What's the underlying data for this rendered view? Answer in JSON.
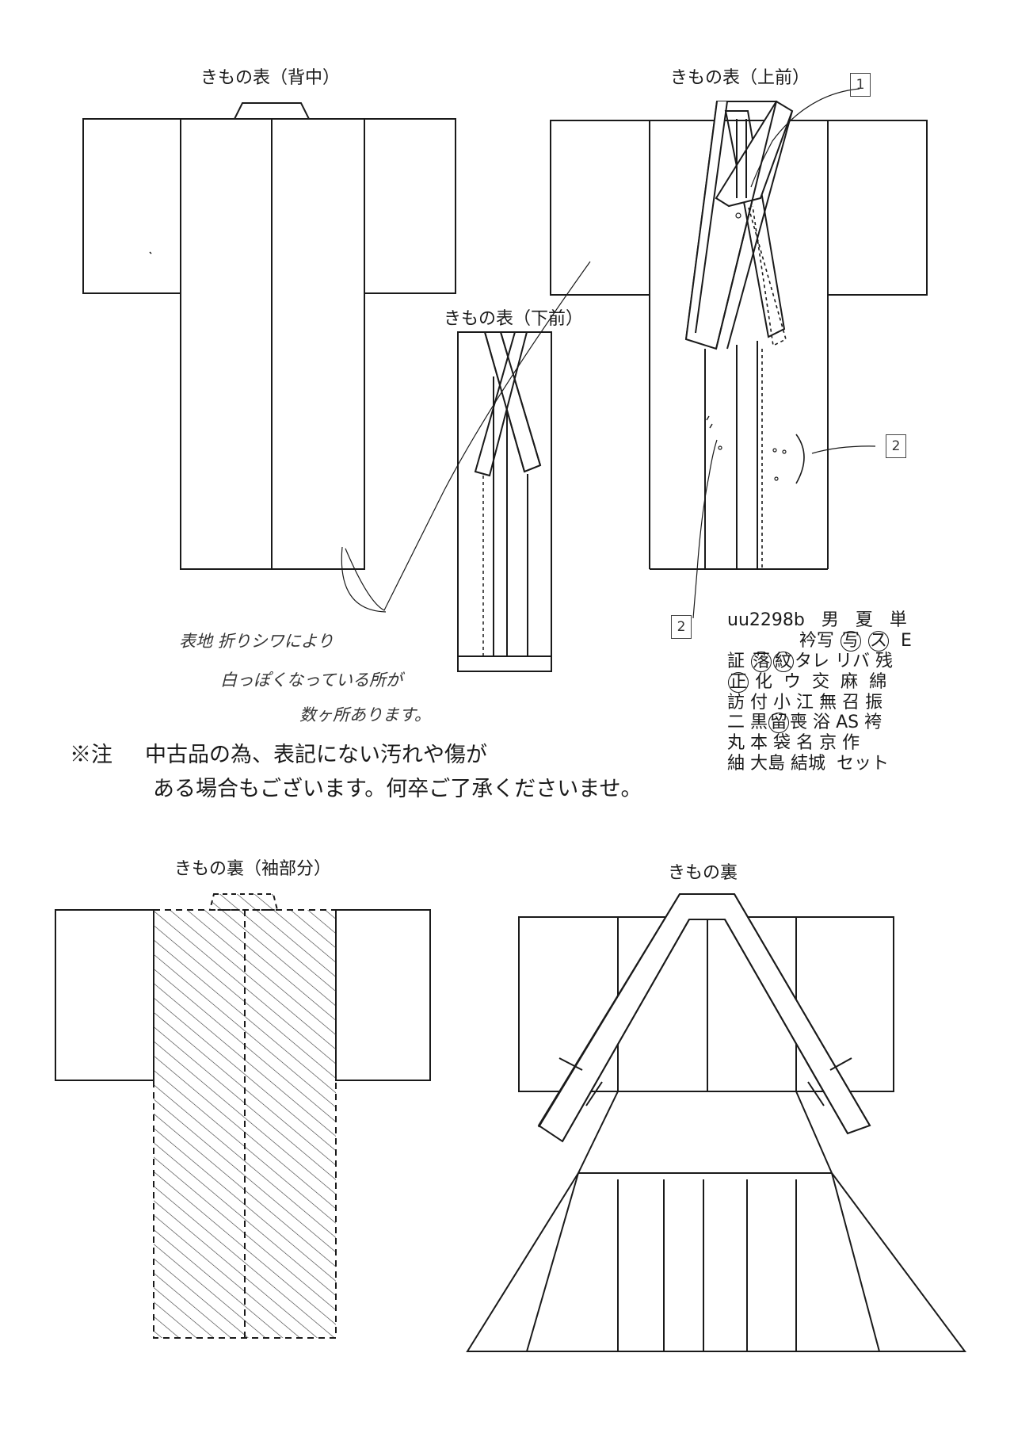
{
  "labels": {
    "outer_back": "きもの表（背中）",
    "outer_upper_front": "きもの表（上前）",
    "outer_under_front": "きもの表（下前）",
    "lining_sleeve": "きもの裏（袖部分）",
    "lining": "きもの裏"
  },
  "note": {
    "mark": "※注",
    "line1": "中古品の為、表記にない汚れや傷が",
    "line2": "ある場合もございます。何卒ご了承くださいませ。"
  },
  "handwritten": {
    "line1": "表地 折りシワにより",
    "line2": "白っぽくなっている所が",
    "line3": "数ヶ所あります。"
  },
  "markers": {
    "m1": "1",
    "m2": "2",
    "m3": "2"
  },
  "codes": {
    "row1": [
      "uu2298b",
      "男",
      "夏",
      "単"
    ],
    "row2": [
      "衿写",
      "写",
      "ス",
      "E"
    ],
    "row3": [
      "証",
      "落",
      "紋",
      "タレ",
      "リバ",
      "残"
    ],
    "row4": [
      "正",
      "化",
      "ウ",
      "交",
      "麻",
      "綿"
    ],
    "row5": [
      "訪",
      "付",
      "小",
      "江",
      "無",
      "召",
      "振"
    ],
    "row6": [
      "二",
      "黒",
      "留",
      "喪",
      "浴",
      "AS",
      "袴"
    ],
    "row7": [
      "丸",
      "本",
      "袋",
      "名",
      "京",
      "作"
    ],
    "row8": [
      "紬",
      "大島",
      "結城",
      "セット"
    ]
  }
}
